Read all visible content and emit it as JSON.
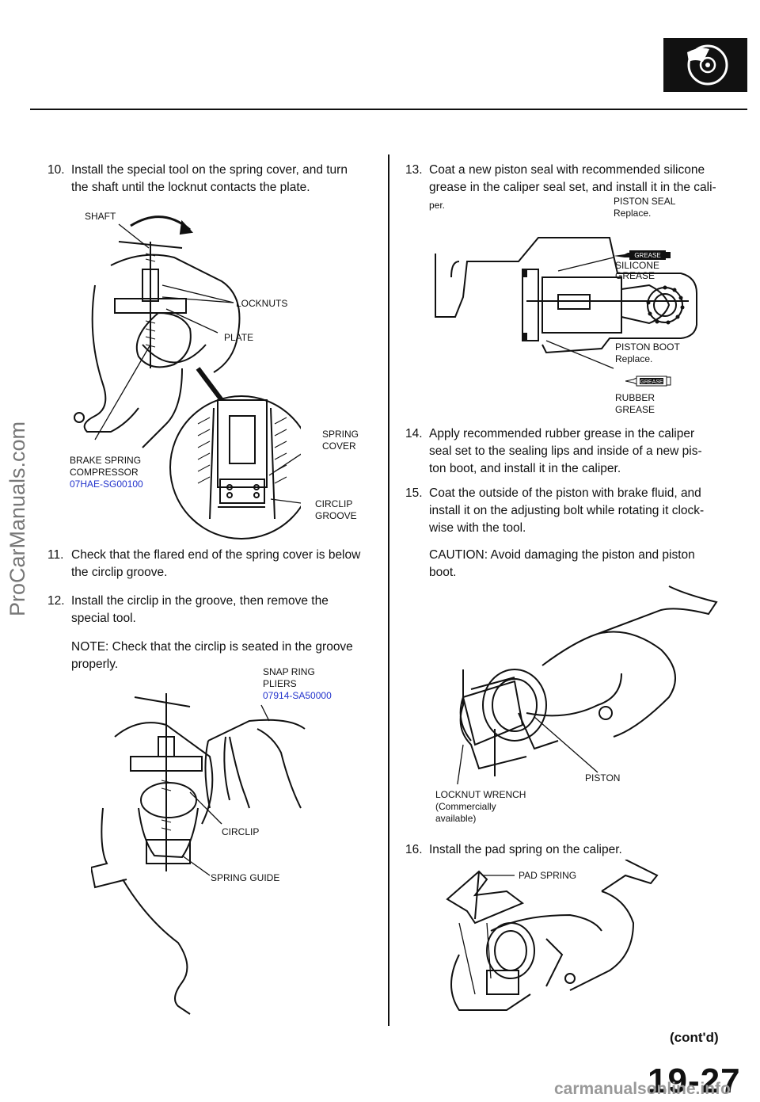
{
  "watermark": "ProCarManuals.com",
  "steps": {
    "s10": {
      "num": "10.",
      "line1": "Install the special tool on the spring cover, and turn",
      "line2": "the shaft until the locknut contacts the plate."
    },
    "s11": {
      "num": "11.",
      "line1": "Check that the flared end of the spring cover is below",
      "line2": "the circlip groove."
    },
    "s12": {
      "num": "12.",
      "line1": "Install the circlip in the groove, then remove the",
      "line2": "special tool."
    },
    "note12": {
      "line1": "NOTE: Check that the circlip is seated in the groove",
      "line2": "properly."
    },
    "s13": {
      "num": "13.",
      "line1": "Coat a new piston seal with recommended silicone",
      "line2": "grease in the caliper seal set, and install it in the cali-",
      "line3": "per."
    },
    "s14": {
      "num": "14.",
      "line1": "Apply recommended rubber grease in the caliper",
      "line2": "seal set to the sealing lips and inside of a new pis-",
      "line3": "ton boot, and install it in the caliper."
    },
    "s15": {
      "num": "15.",
      "line1": "Coat the outside of the piston with brake fluid, and",
      "line2": "install it on the adjusting bolt while rotating it clock-",
      "line3": "wise with the tool."
    },
    "caution15": {
      "line1": "CAUTION: Avoid damaging the piston and piston",
      "line2": "boot."
    },
    "s16": {
      "num": "16.",
      "line1": "Install the pad spring on the caliper."
    }
  },
  "labels": {
    "shaft": "SHAFT",
    "locknuts": "LOCKNUTS",
    "plate": "PLATE",
    "spring_cover_1": "SPRING",
    "spring_cover_2": "COVER",
    "brake_spring_1": "BRAKE SPRING",
    "brake_spring_2": "COMPRESSOR",
    "brake_spring_part": "07HAE-SG00100",
    "circlip_groove_1": "CIRCLIP",
    "circlip_groove_2": "GROOVE",
    "snap_ring_1": "SNAP RING",
    "snap_ring_2": "PLIERS",
    "snap_ring_part": "07914-SA50000",
    "circlip": "CIRCLIP",
    "spring_guide": "SPRING GUIDE",
    "piston_seal_1": "PISTON SEAL",
    "piston_seal_2": "Replace.",
    "silicone_1": "SILICONE",
    "silicone_2": "GREASE",
    "piston_boot_1": "PISTON BOOT",
    "piston_boot_2": "Replace.",
    "rubber_1": "RUBBER",
    "rubber_2": "GREASE",
    "grease_tube": "GREASE",
    "piston": "PISTON",
    "locknut_wrench_1": "LOCKNUT WRENCH",
    "locknut_wrench_2": "(Commercially",
    "locknut_wrench_3": "available)",
    "pad_spring": "PAD SPRING"
  },
  "footer": {
    "contd": "(cont'd)",
    "page_number": "19-27",
    "site": "carmanualsonline.info"
  },
  "icon": "brake-disc-icon"
}
